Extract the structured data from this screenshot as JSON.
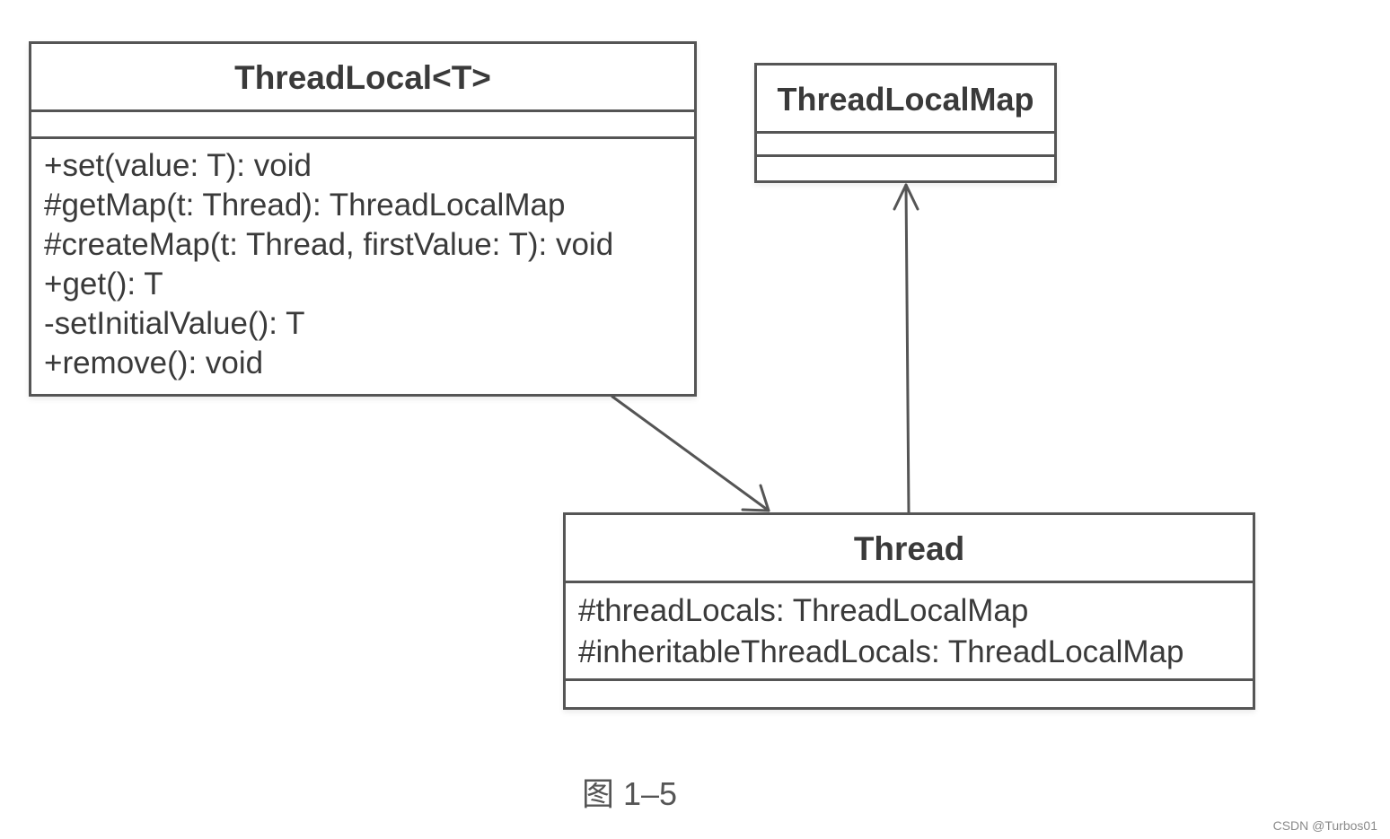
{
  "classes": {
    "threadlocal": {
      "name": "ThreadLocal<T>",
      "attributes": [],
      "operations": [
        "+set(value: T): void",
        "#getMap(t: Thread): ThreadLocalMap",
        "#createMap(t: Thread, firstValue: T): void",
        "+get(): T",
        "-setInitialValue(): T",
        "+remove(): void"
      ]
    },
    "threadlocalmap": {
      "name": "ThreadLocalMap",
      "attributes": [],
      "operations": []
    },
    "thread": {
      "name": "Thread",
      "attributes": [
        "#threadLocals: ThreadLocalMap",
        "#inheritableThreadLocals: ThreadLocalMap"
      ],
      "operations": []
    }
  },
  "relations": [
    {
      "from": "ThreadLocal<T>",
      "to": "Thread",
      "type": "association",
      "arrow": "open"
    },
    {
      "from": "Thread",
      "to": "ThreadLocalMap",
      "type": "association",
      "arrow": "open"
    }
  ],
  "caption": "图 1–5",
  "watermark": "CSDN @Turbos01",
  "colors": {
    "border": "#555555",
    "text": "#3a3a3a",
    "background": "#ffffff"
  }
}
